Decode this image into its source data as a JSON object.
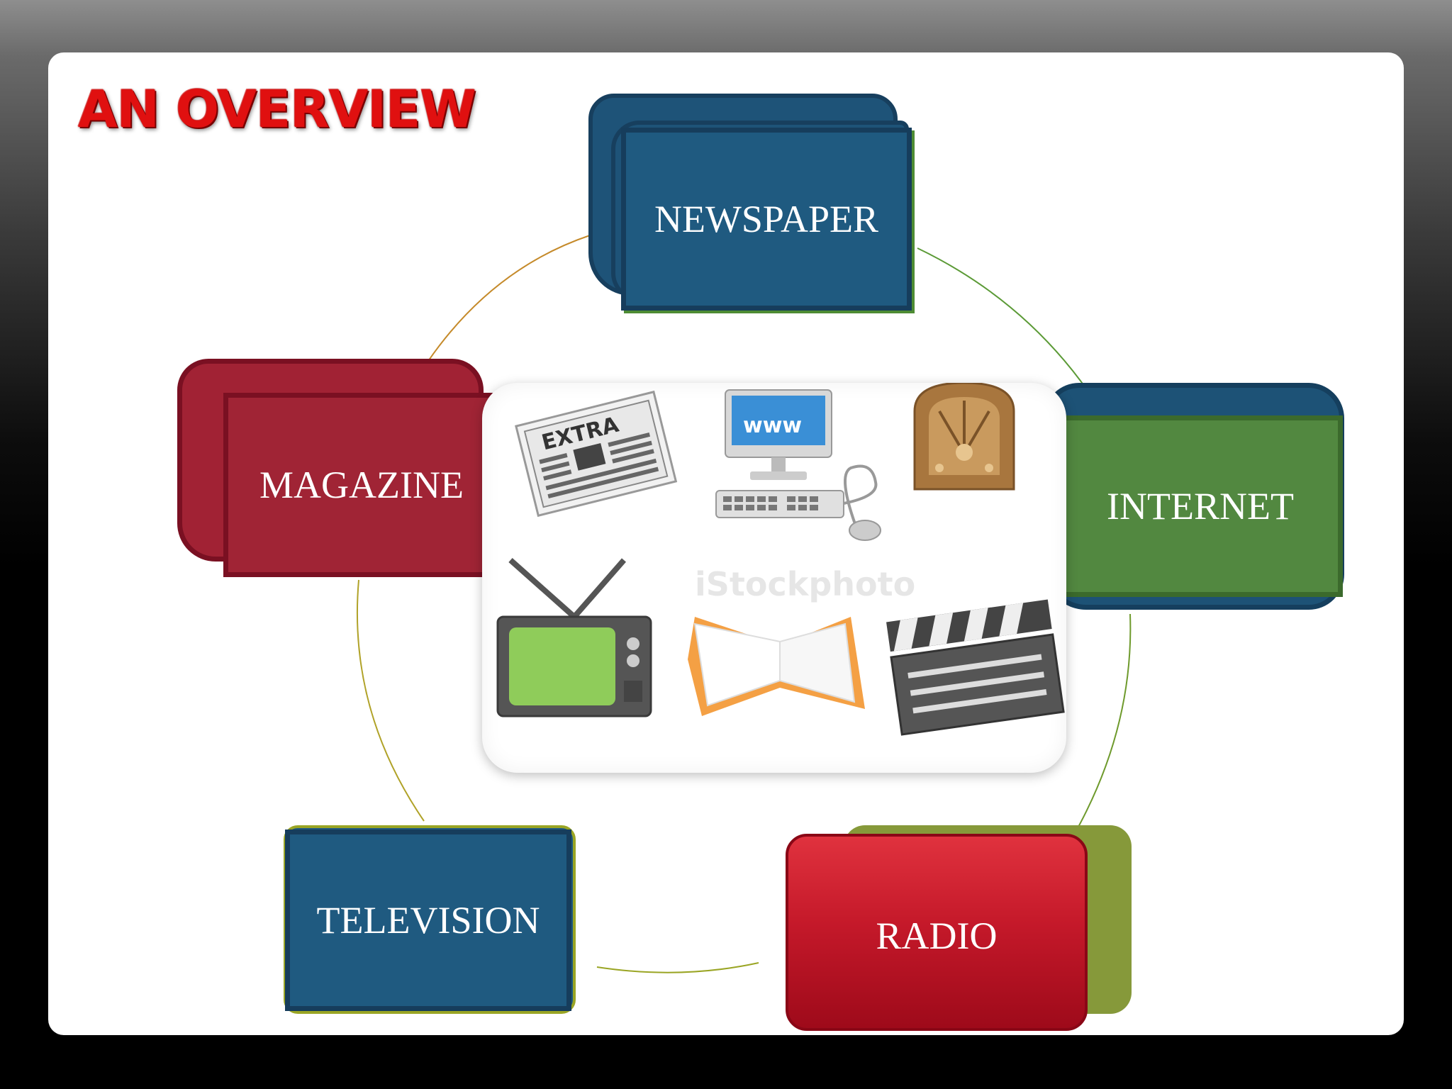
{
  "slide": {
    "title": "AN OVERVIEW"
  },
  "diagram": {
    "nodes": {
      "newspaper": "NEWSPAPER",
      "internet": "INTERNET",
      "radio": "RADIO",
      "television": "TELEVISION",
      "magazine": "MAGAZINE"
    },
    "center_image": {
      "watermark": "iStockphoto",
      "newspaper_headline": "EXTRA",
      "monitor_text": "www"
    },
    "colors": {
      "blue": "#1f5a80",
      "green": "#528840",
      "red": "#a02435",
      "radio_red": "#c5192a",
      "olive": "#86993a",
      "title_red": "#e01010"
    }
  }
}
